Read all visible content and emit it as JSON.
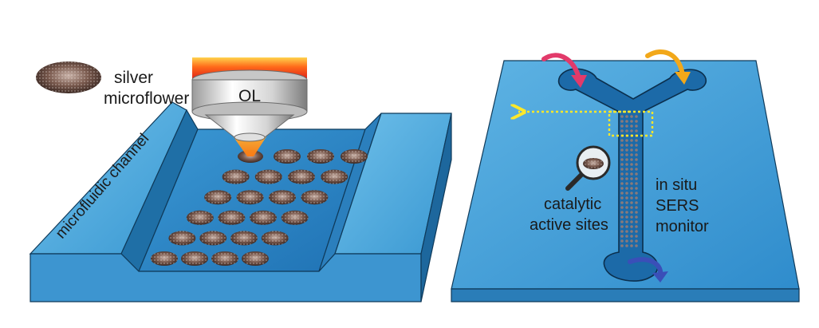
{
  "labels": {
    "legend_line1": "silver",
    "legend_line2": "microflower",
    "objective": "OL",
    "channel": "microfluidic channel",
    "catalytic_line1": "catalytic",
    "catalytic_line2": "active sites",
    "insitu_line1": "in situ",
    "insitu_line2": "SERS",
    "insitu_line3": "monitor"
  },
  "icons": [
    "microflower-icon",
    "objective-lens-icon",
    "magnifier-icon",
    "inlet-arrow-icon",
    "outlet-arrow-icon"
  ],
  "colors": {
    "chip_top": "#4aa3d6",
    "chip_front": "#2e86c1",
    "chip_side": "#1f6fa6",
    "channel_floor": "#2d89c8",
    "flower": "#7a5a4e",
    "laser": "#ffa020",
    "detect_box": "#ffe82a",
    "inlet_left": "#e23a6a",
    "inlet_right": "#f2a81a",
    "outlet": "#3a4fb8"
  }
}
